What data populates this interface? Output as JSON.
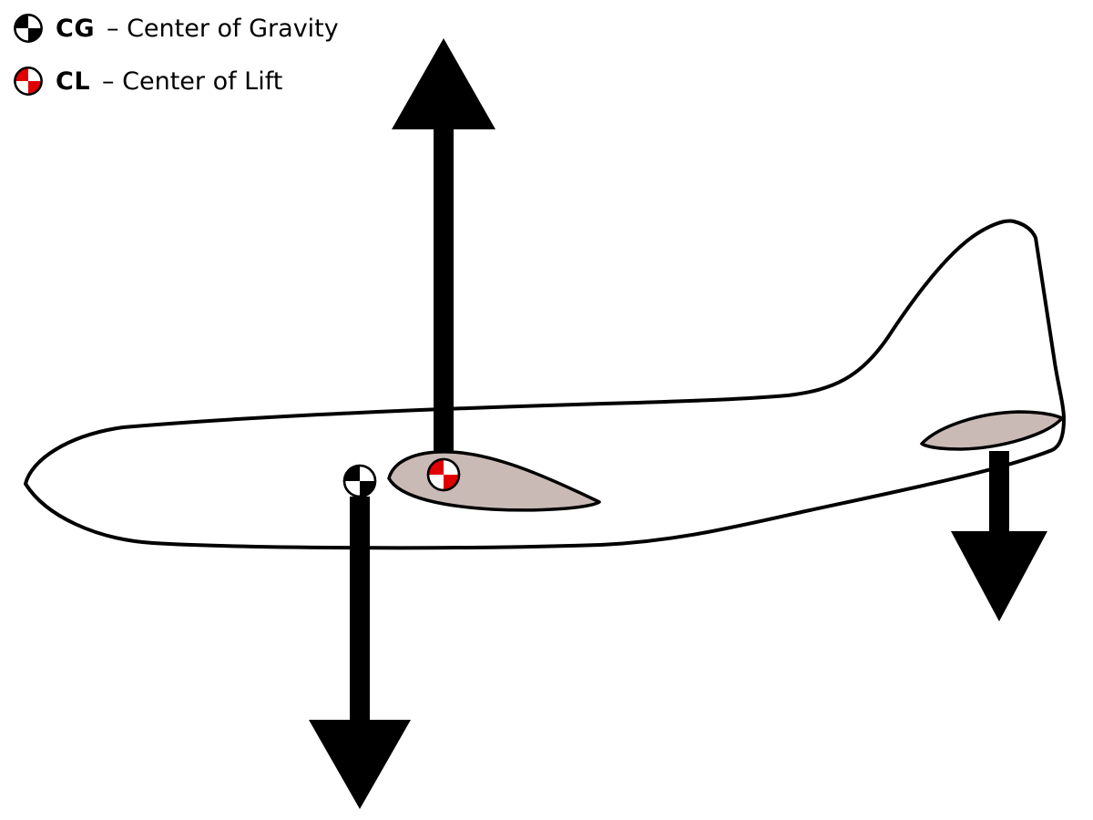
{
  "title": "Airplane center of gravity and center of lift force diagram",
  "legend": {
    "items": [
      {
        "abbr": "CG",
        "rest": "– Center of Gravity",
        "icon": "cg-marker-icon"
      },
      {
        "abbr": "CL",
        "rest": "– Center of Lift",
        "icon": "cl-marker-icon"
      }
    ]
  },
  "icons": {
    "cg": "quartered-circle-black-white",
    "cl": "quartered-circle-red-white"
  },
  "colors": {
    "outline": "#000000",
    "aircraft_fill": "#ffffff",
    "surface_fill": "#c9bab6",
    "cl_red": "#e10000",
    "cg_black": "#000000",
    "arrow_black": "#000000",
    "background": "#ffffff"
  },
  "diagram": {
    "forces": [
      {
        "name": "lift",
        "direction": "up",
        "applied_at": "center-of-lift"
      },
      {
        "name": "weight",
        "direction": "down",
        "applied_at": "center-of-gravity"
      },
      {
        "name": "tail-downforce",
        "direction": "down",
        "applied_at": "horizontal-stabilizer"
      }
    ]
  }
}
